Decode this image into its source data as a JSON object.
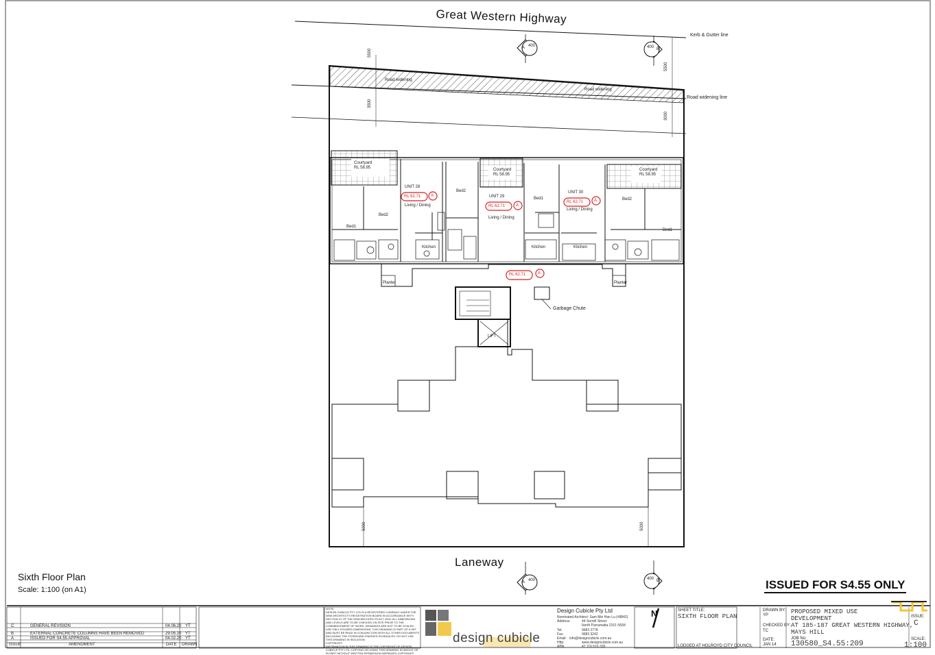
{
  "streets": {
    "top": "Great Western Highway",
    "bottom": "Laneway"
  },
  "plan": {
    "title": "Sixth Floor Plan",
    "scale": "Scale: 1:100 (on A1)"
  },
  "annotations": {
    "kerb": "Kerb & Gutter line",
    "road_widening_line": "Road widening line",
    "road_widening": "Road widening",
    "garbage_chute": "Garbage Chute",
    "dim_5500": "5500",
    "dim_3500": "3500",
    "dim_3000": "3000",
    "dim_5000": "5000",
    "lift": "LIFT",
    "planter": "Planter"
  },
  "section_markers": [
    {
      "letter": "A",
      "number": "400"
    },
    {
      "letter": "B",
      "number": "400"
    }
  ],
  "units": [
    {
      "name": "UNIT 28",
      "rl": "RL 62.71",
      "living": "Living / Dining",
      "beds": [
        "Bed1",
        "Bed2"
      ],
      "courtyard": "Courtyard",
      "courtyard_rl": "RL 58.95",
      "kitchen": "Kitchen"
    },
    {
      "name": "UNIT 29",
      "rl": "RL 62.71",
      "living": "Living / Dining",
      "beds": [
        "Bed1",
        "Bed2"
      ],
      "courtyard": "Courtyard",
      "courtyard_rl": "RL 58.95",
      "kitchen": "Kitchen"
    },
    {
      "name": "UNIT 30",
      "rl": "RL 62.71",
      "living": "Living / Dining",
      "beds": [
        "Bed1",
        "Bed2"
      ],
      "courtyard": "Courtyard",
      "courtyard_rl": "RL 58.95",
      "kitchen": "Kitchen"
    }
  ],
  "corridor_rl": "RL 62.71",
  "revision_tag": "A",
  "stamp": "ISSUED FOR S4.55 ONLY",
  "title_block": {
    "revisions": [
      {
        "issue": "C",
        "amendment": "GENERAL REVISION",
        "date": "04.06.20",
        "drawn": "YT"
      },
      {
        "issue": "B",
        "amendment": "EXTERNAL CONCRETE COLUMNS HAVE BEEN REMOVED",
        "date": "29.05.20",
        "drawn": "YT"
      },
      {
        "issue": "A",
        "amendment": "ISSUED FOR S4.55 APPROVAL",
        "date": "04.02.20",
        "drawn": "YT"
      }
    ],
    "rev_headers": {
      "issue": "ISSUE",
      "amendment": "AMENDMENT",
      "date": "DATE",
      "drawn": "DRAWN"
    },
    "note_heading": "NOTE:",
    "note_text": "DESIGN CUBICLE PTY LTD IS A REGISTERED COMPANY UNDER THE NSW ARCHITECTS REGISTRATION BOARD IN ACCORDANCE WITH SECTION 21 OF THE NSW ARCHITECTS ACT 2003. ALL DIMENSIONS AND LEVELS ARE TO BE CHECKED ON SITE PRIOR TO THE COMMENCEMENT OF WORK. DRAWINGS ARE NOT TO BE SCALED. USE ONLY FIGURED DIMENSIONS. THIS DRAWING IS PART OF A SET AND MUST BE READ IN CONJUNCTION WITH ALL OTHER DOCUMENTS INCLUDING THE STORM AND FINISHES SCHEDULES. DO NOT USE THIS DRAWING IN ISOLATION.",
    "copyright_heading": "COPYRIGHT:",
    "copyright_text": "INFORMATION IN THIS DRAWING IS THE COPYRIGHT OF DESIGN CUBICLE PTY LTD. COPYING OR USING THIS DRAWING IN WHOLE OR IN PART WITHOUT WRITTEN PERMISSION INFRINGES COPYRIGHT.",
    "logo_text": "design cubicle",
    "firm": "Design Cubicle Pty Ltd",
    "architect": "Nominated Architect: Sam Min Han Lu (#8842)",
    "address_label": "Address:",
    "address1": "44 Sorrell Street",
    "address2": "North Parramatta 2151 NSW",
    "tel_label": "Tel:",
    "tel": "9683 2778",
    "fax_label": "Fax:",
    "fax": "9683 3242",
    "email_label": "Email:",
    "email": "info@designcubicle.com.au",
    "http_label": "Http:",
    "http": "www.designcubicle.com.au",
    "abn_label": "ABN:",
    "abn": "47 116 516 330",
    "north": "N",
    "sheet_title_label": "SHEET TITLE:",
    "sheet_title": "SIXTH FLOOR PLAN",
    "council": "LODGED AT HOLROYD CITY COUNCIL",
    "drawn_by_label": "DRAWN BY:",
    "drawn_by": "YP",
    "checked_by_label": "CHECKED BY:",
    "checked_by": "TC",
    "date_label": "DATE:",
    "date": "JAN 14",
    "project_line1": "PROPOSED MIXED USE",
    "project_line2": "DEVELOPMENT",
    "project_line3": "AT 185-187 GREAT WESTERN HIGHWAY,",
    "project_line4": "MAYS HILL",
    "job_label": "JOB No:",
    "job_no": "130580_S4.55:209",
    "issue_label": "ISSUE:",
    "issue": "C",
    "scale_label": "SCALE:",
    "scale": "1:100"
  },
  "colors": {
    "line": "#111111",
    "red": "#d61f1f",
    "logo_dark": "#555555",
    "logo_gold": "#f2c94c",
    "accent": "#f4c430"
  }
}
